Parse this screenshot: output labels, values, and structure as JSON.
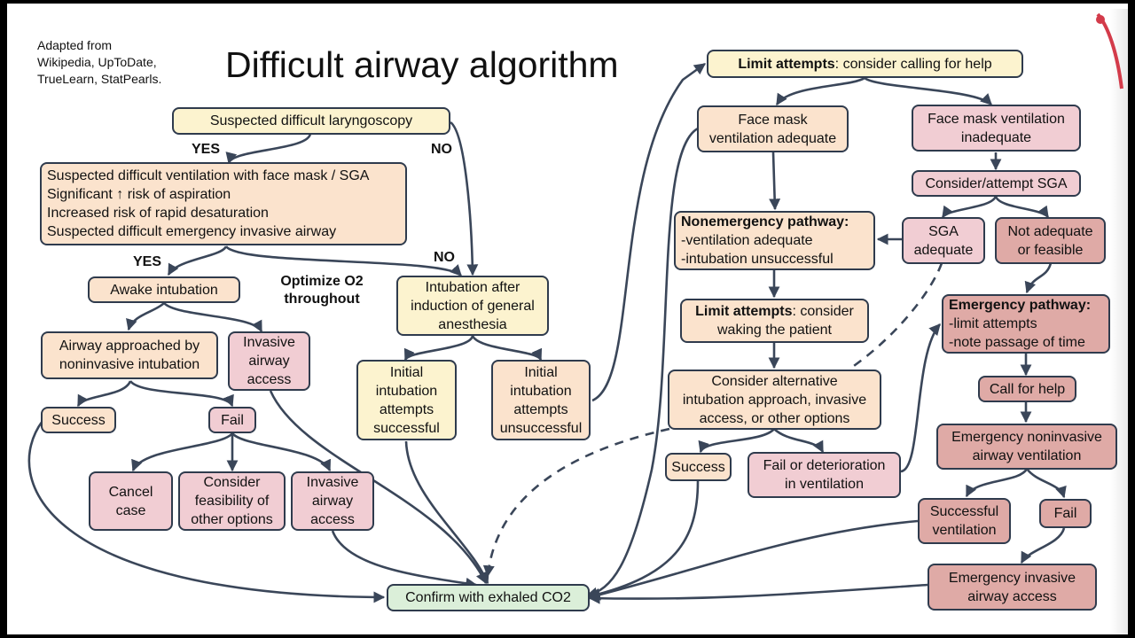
{
  "slide": {
    "title": "Difficult airway algorithm",
    "attribution": "Adapted from\nWikipedia, UpToDate,\nTrueLearn, StatPearls."
  },
  "colors": {
    "line": "#3a4659",
    "yellow": "#fcf3cf",
    "peach": "#fbe3cd",
    "pink": "#f1cdd3",
    "rose": "#dfaaa6",
    "green": "#dbefd9",
    "annotation_red": "#d33b4a"
  },
  "labels": {
    "yes1": "YES",
    "no1": "NO",
    "yes2": "YES",
    "no2": "NO",
    "optimize": "Optimize O2\nthroughout"
  },
  "nodes": {
    "suspected_laryngoscopy": "Suspected difficult laryngoscopy",
    "risk_factors": "Suspected difficult ventilation with face mask / SGA\nSignificant ↑ risk of aspiration\nIncreased risk of rapid desaturation\nSuspected difficult emergency invasive airway",
    "awake_intubation": "Awake intubation",
    "airway_noninvasive": "Airway approached by\nnoninvasive intubation",
    "invasive_access_1": "Invasive\nairway\naccess",
    "success_1": "Success",
    "fail_1": "Fail",
    "cancel_case": "Cancel\ncase",
    "consider_feasibility": "Consider\nfeasibility of\nother options",
    "invasive_access_2": "Invasive\nairway\naccess",
    "intubation_after_induction": "Intubation after\ninduction of general\nanesthesia",
    "initial_successful": "Initial\nintubation\nattempts\nsuccessful",
    "initial_unsuccessful": "Initial\nintubation\nattempts\nunsuccessful",
    "confirm_co2": "Confirm with exhaled CO2",
    "limit_attempts_help_bold": "Limit attempts",
    "limit_attempts_help_rest": ": consider calling for help",
    "face_mask_adequate": "Face mask\nventilation adequate",
    "face_mask_inadequate": "Face mask ventilation\ninadequate",
    "consider_sga": "Consider/attempt SGA",
    "sga_adequate": "SGA\nadequate",
    "not_adequate": "Not adequate\nor feasible",
    "nonemergency_bold": "Nonemergency pathway:",
    "nonemergency_rest": "-ventilation adequate\n-intubation unsuccessful",
    "limit_attempts_wake_bold": "Limit attempts",
    "limit_attempts_wake_rest": ": consider\nwaking the patient",
    "consider_alternative": "Consider alternative\nintubation approach, invasive\naccess, or other options",
    "success_2": "Success",
    "fail_deterioration": "Fail or deterioration\nin ventilation",
    "emergency_bold": "Emergency pathway:",
    "emergency_rest": "-limit attempts\n-note passage of time",
    "call_for_help": "Call for help",
    "emergency_noninvasive": "Emergency noninvasive\nairway ventilation",
    "successful_ventilation": "Successful\nventilation",
    "fail_2": "Fail",
    "emergency_invasive": "Emergency invasive\nairway access"
  }
}
